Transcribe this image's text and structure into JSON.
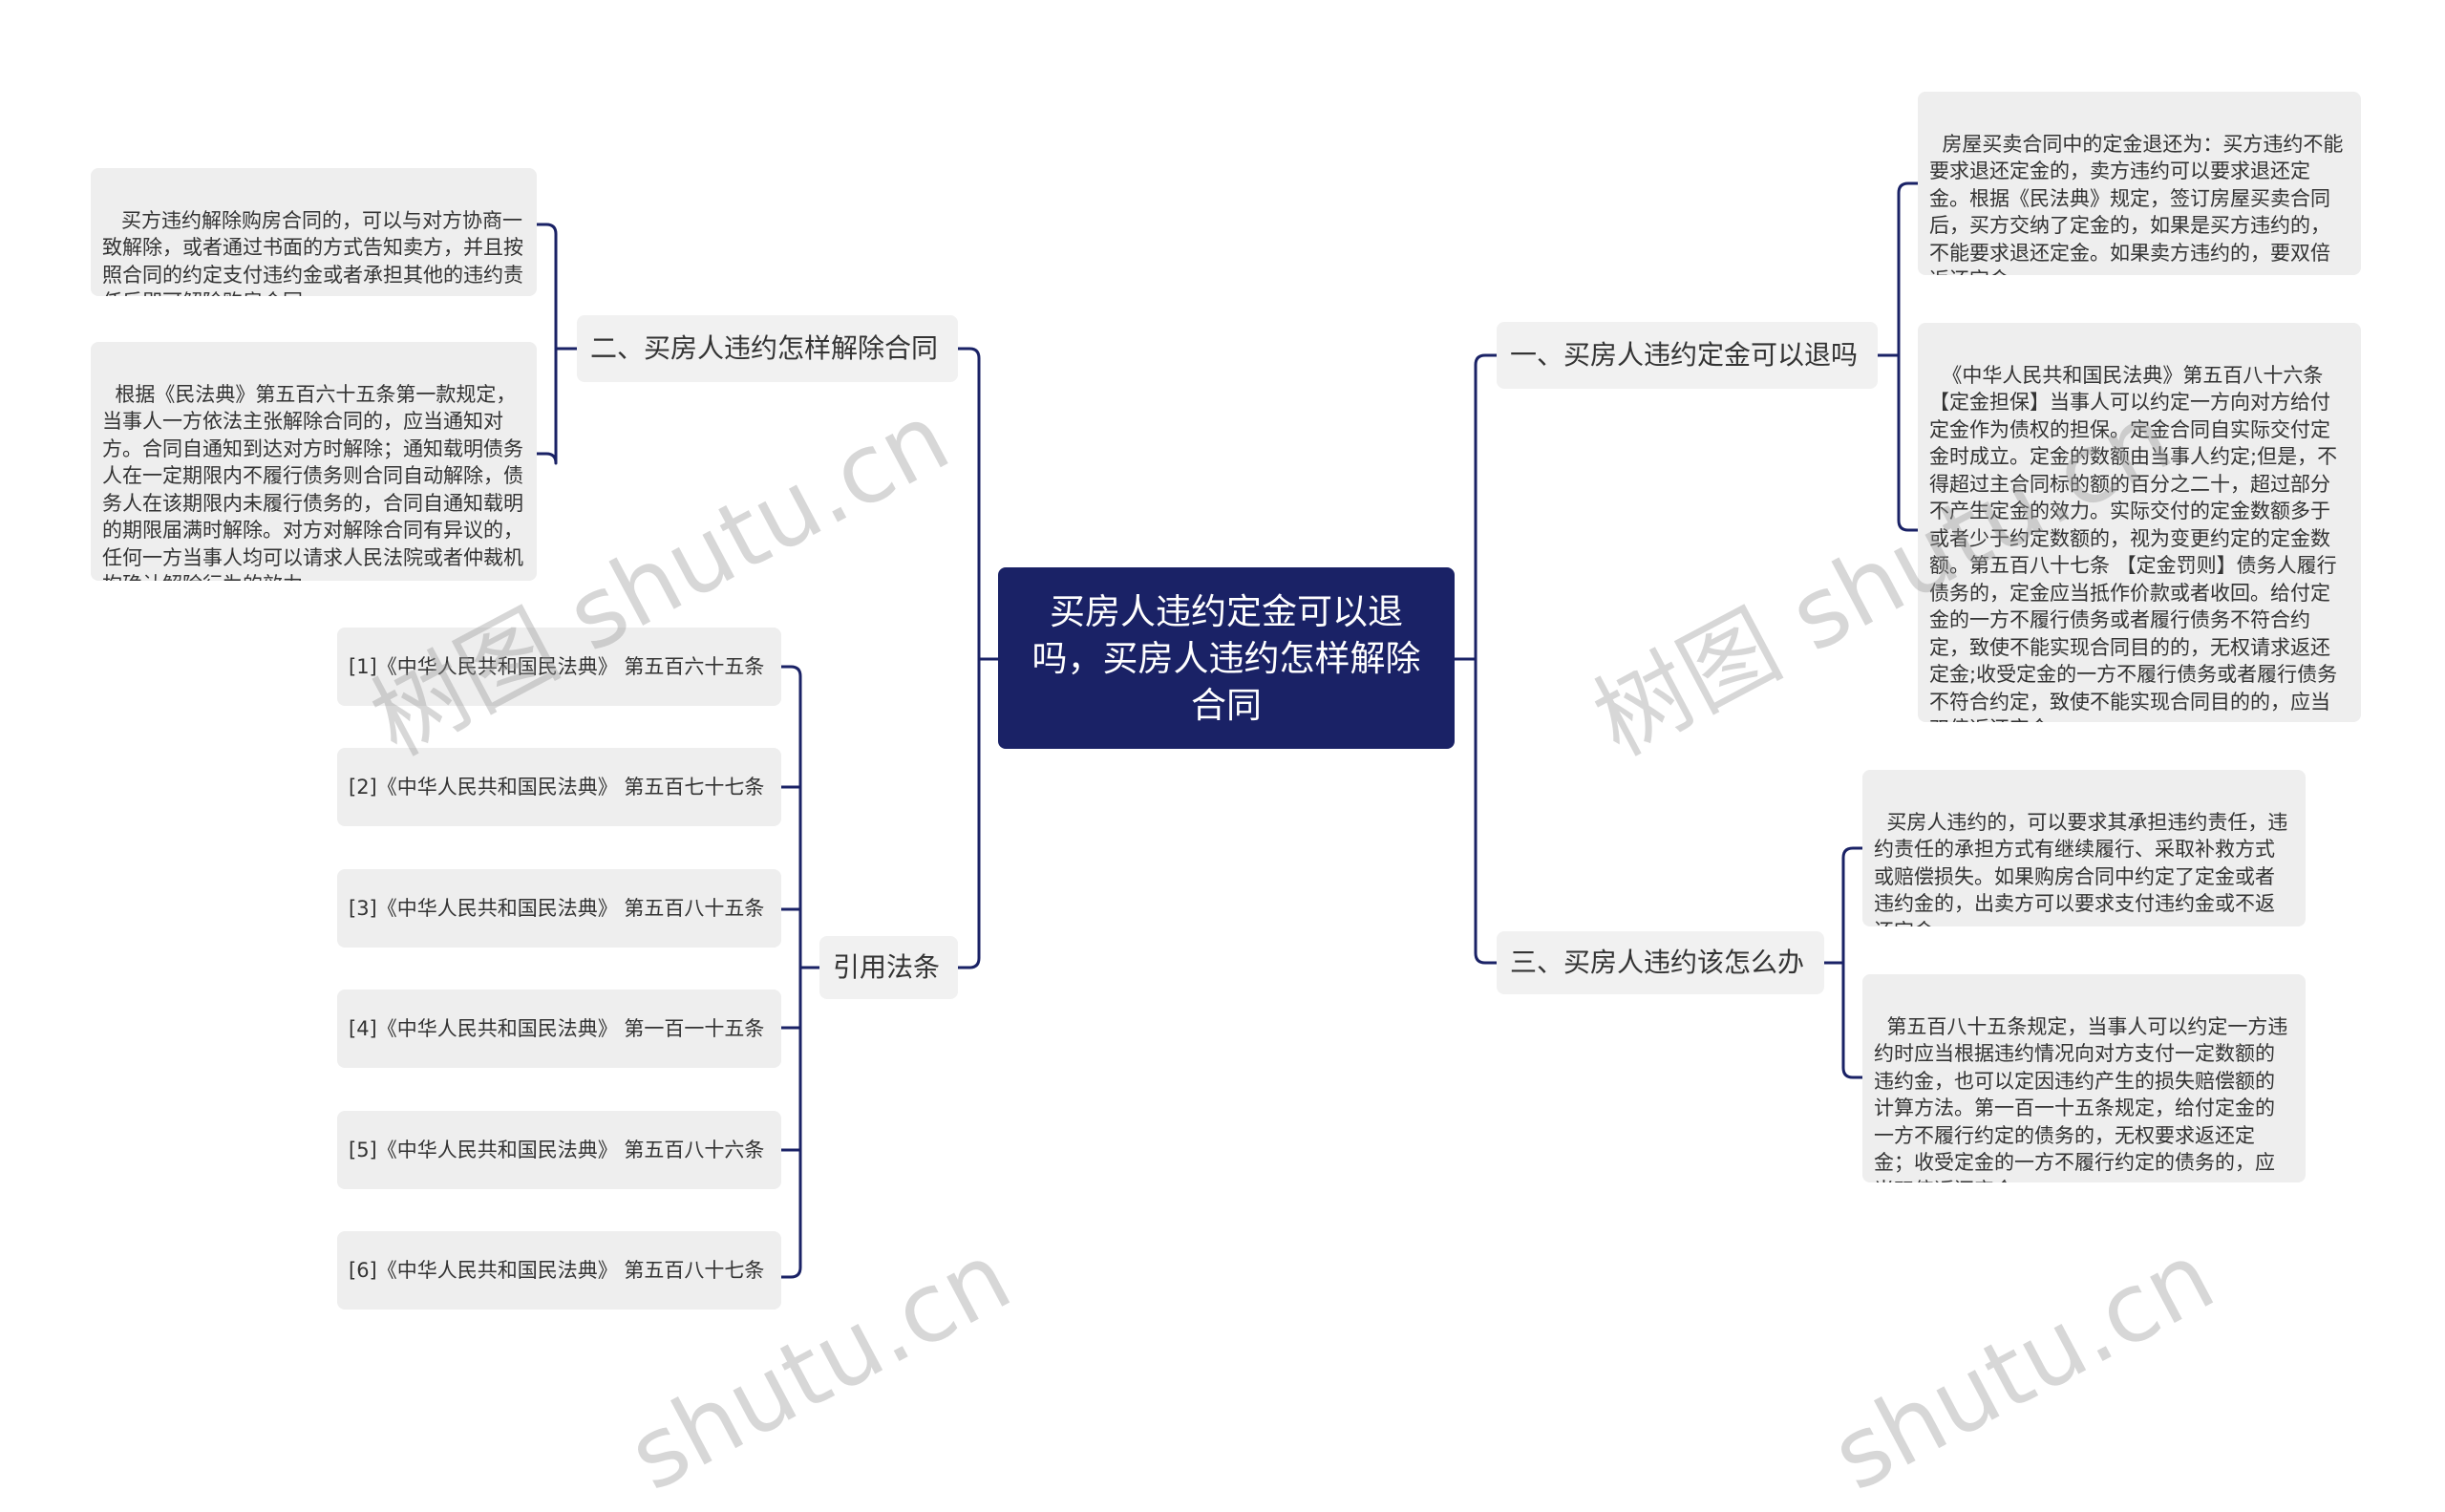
{
  "root": {
    "label": "买房人违约定金可以退吗，买房人违约怎样解除合同"
  },
  "branches": {
    "b1": {
      "label": "一、买房人违约定金可以退吗"
    },
    "b2": {
      "label": "二、买房人违约怎样解除合同"
    },
    "b3": {
      "label": "三、买房人违约该怎么办"
    },
    "b4": {
      "label": "引用法条"
    }
  },
  "leaves": {
    "b1_1": "房屋买卖合同中的定金退还为：买方违约不能要求退还定金的，卖方违约可以要求退还定金。根据《民法典》规定，签订房屋买卖合同后，买方交纳了定金的，如果是买方违约的，不能要求退还定金。如果卖方违约的，要双倍返还定金。",
    "b1_2": "《中华人民共和国民法典》第五百八十六条【定金担保】当事人可以约定一方向对方给付定金作为债权的担保。定金合同自实际交付定金时成立。定金的数额由当事人约定;但是，不得超过主合同标的额的百分之二十，超过部分不产生定金的效力。实际交付的定金数额多于或者少于约定数额的，视为变更约定的定金数额。第五百八十七条 【定金罚则】债务人履行债务的，定金应当抵作价款或者收回。给付定金的一方不履行债务或者履行债务不符合约定，致使不能实现合同目的的，无权请求返还定金;收受定金的一方不履行债务或者履行债务不符合约定，致使不能实现合同目的的，应当双倍返还定金。",
    "b2_1": " 买方违约解除购房合同的，可以与对方协商一致解除，或者通过书面的方式告知卖方，并且按照合同的约定支付违约金或者承担其他的违约责任后即可解除购房合同。",
    "b2_2": "根据《民法典》第五百六十五条第一款规定，当事人一方依法主张解除合同的，应当通知对方。合同自通知到达对方时解除；通知载明债务人在一定期限内不履行债务则合同自动解除，债务人在该期限内未履行债务的，合同自通知载明的期限届满时解除。对方对解除合同有异议的，任何一方当事人均可以请求人民法院或者仲裁机构确认解除行为的效力。",
    "b3_1": "买房人违约的，可以要求其承担违约责任，违约责任的承担方式有继续履行、采取补救方式或赔偿损失。如果购房合同中约定了定金或者违约金的，出卖方可以要求支付违约金或不返还定金。",
    "b3_2": "第五百八十五条规定，当事人可以约定一方违约时应当根据违约情况向对方支付一定数额的违约金，也可以定因违约产生的损失赔偿额的计算方法。第一百一十五条规定，给付定金的一方不履行约定的债务的，无权要求返还定金；收受定金的一方不履行约定的债务的，应当双倍返还定金。"
  },
  "references": [
    "[1]《中华人民共和国民法典》 第五百六十五条",
    "[2]《中华人民共和国民法典》 第五百七十七条",
    "[3]《中华人民共和国民法典》 第五百八十五条",
    "[4]《中华人民共和国民法典》 第一百一十五条",
    "[5]《中华人民共和国民法典》 第五百八十六条",
    "[6]《中华人民共和国民法典》 第五百八十七条"
  ],
  "watermark": [
    "树图 shutu.cn",
    "树图 shutu.cn",
    "shutu.cn",
    "shutu.cn"
  ],
  "colors": {
    "root_bg": "#1a2266",
    "connector": "#1a2266",
    "node_bg": "#eeeeee",
    "text": "#333333"
  }
}
